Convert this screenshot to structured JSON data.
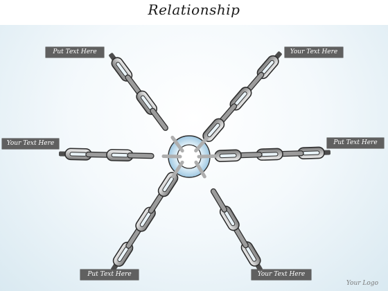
{
  "slide": {
    "title": "Relationship",
    "logo": "Your Logo"
  },
  "labels": {
    "top_left": "Put Text Here",
    "top_right": "Your Text Here",
    "mid_left": "Your Text Here",
    "mid_right": "Put Text Here",
    "bottom_left": "Put Text Here",
    "bottom_right": "Your Text Here"
  },
  "colors": {
    "label_fill": "#606060",
    "label_text": "#ffffff",
    "chain_fill": "#bdbdbd",
    "chain_outline": "#2e2e2e",
    "hub_ring": "#a9cfe6",
    "background_edge": "#d9e9f1"
  }
}
